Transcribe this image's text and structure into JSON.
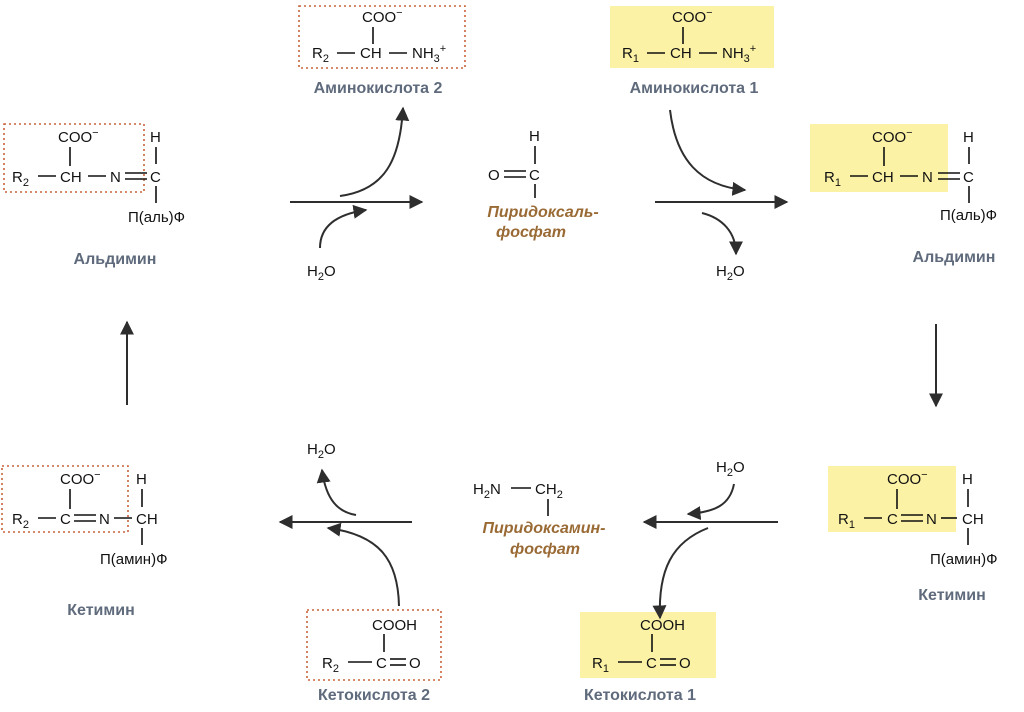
{
  "colors": {
    "highlight": "#fbf2a6",
    "dotted_frame": "#c8643a",
    "caption": "#5f6b7c",
    "enzyme": "#9a6a35"
  },
  "captions": {
    "amino2": "Аминокислота 2",
    "amino1": "Аминокислота 1",
    "aldimin_left": "Альдимин",
    "aldimin_right": "Альдимин",
    "ketimin_left": "Кетимин",
    "ketimin_right": "Кетимин",
    "keto2": "Кетокислота 2",
    "keto1": "Кетокислота 1"
  },
  "enzymes": {
    "plp_line1": "Пиридоксаль-",
    "plp_line2": "фосфат",
    "pmp_line1": "Пиридоксамин-",
    "pmp_line2": "фосфат"
  },
  "formula": {
    "coo": "COO",
    "minus": "−",
    "cooh": "COOH",
    "r": "R",
    "one": "1",
    "two": "2",
    "three": "3",
    "ch": "CH",
    "nh": "NH",
    "plus": "+",
    "n": "N",
    "c": "C",
    "h": "H",
    "o": "O",
    "h2n_h": "H",
    "h2n_n": "N",
    "pal": "П(аль)Ф",
    "pam": "П(амин)Ф",
    "water_h": "H",
    "water_o": "O"
  }
}
